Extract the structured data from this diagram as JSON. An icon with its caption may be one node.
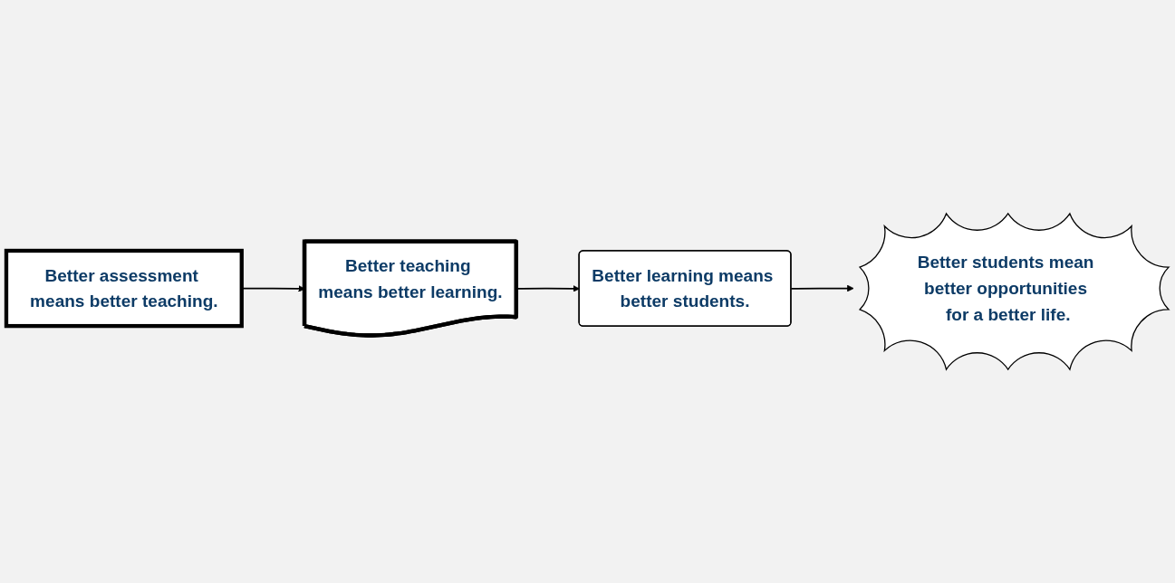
{
  "diagram": {
    "nodes": [
      {
        "text": [
          "Better assessment means better teaching."
        ]
      },
      {
        "text": [
          "Better teaching means better learning."
        ]
      },
      {
        "text": [
          "Better learning means better students."
        ]
      },
      {
        "text": [
          "Better students mean better opportunities for a better life."
        ]
      }
    ],
    "edges": [
      {
        "from": 0,
        "to": 1,
        "arrow": "to"
      },
      {
        "from": 1,
        "to": 2,
        "arrow": "to"
      },
      {
        "from": 2,
        "to": 3,
        "arrow": "to"
      }
    ]
  }
}
